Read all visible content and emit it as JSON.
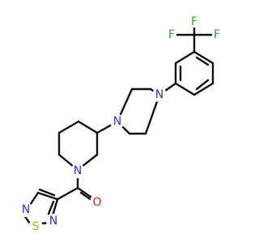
{
  "molecule": {
    "colors": {
      "bond": "#111111",
      "N": "#2f2fdb",
      "O": "#e01b1b",
      "S": "#c9a400",
      "F": "#2fa52f"
    },
    "atoms": {
      "F1": "F",
      "F2": "F",
      "F3": "F",
      "N_pip1": "N",
      "N_pip2": "N",
      "N_piperidine": "N",
      "O_carbonyl": "O",
      "N_thiadiazole1": "N",
      "N_thiadiazole2": "N",
      "S_thiadiazole": "S"
    }
  }
}
